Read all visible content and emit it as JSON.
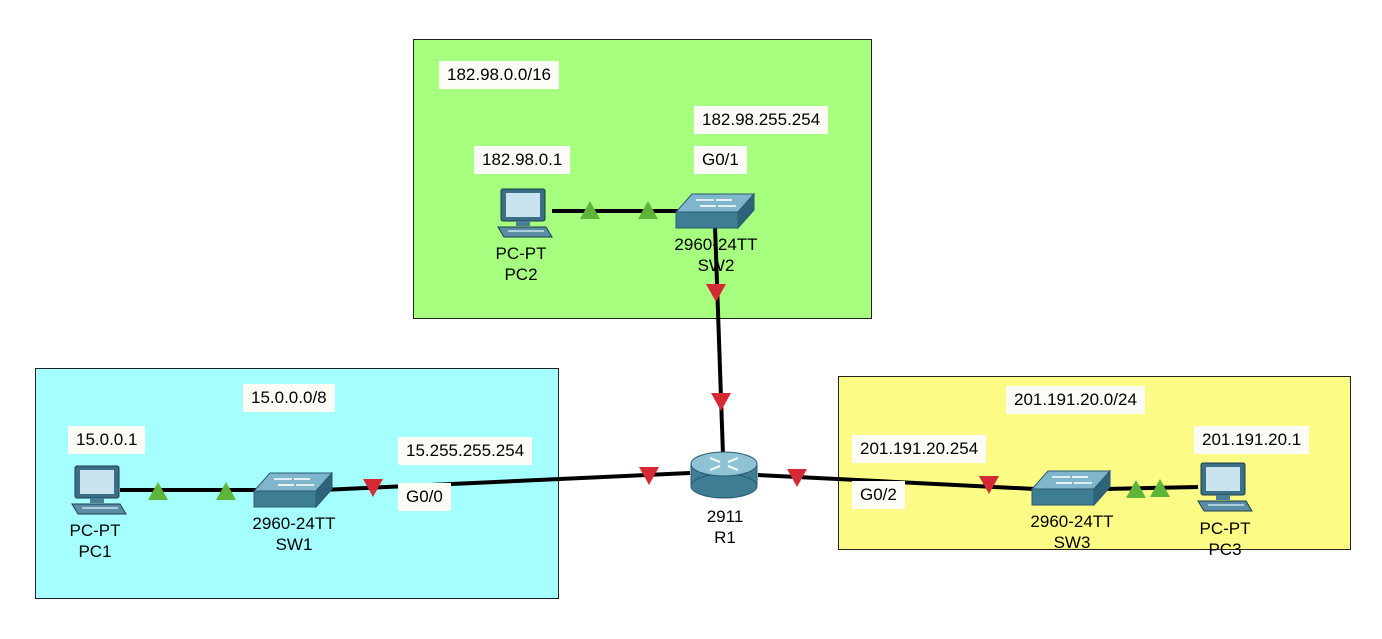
{
  "colors": {
    "zone_green": "#a6ff7f",
    "zone_cyan": "#a6ffff",
    "zone_yellow": "#fbfb85",
    "link_up": "#5fb43a",
    "link_down": "#d42a35"
  },
  "zones": [
    {
      "name": "network-top",
      "network": "182.98.0.0/16"
    },
    {
      "name": "network-left",
      "network": "15.0.0.0/8"
    },
    {
      "name": "network-right",
      "network": "201.191.20.0/24"
    }
  ],
  "devices": {
    "pc1": {
      "type": "PC-PT",
      "name": "PC1",
      "ip": "15.0.0.1",
      "icon": "pc-icon"
    },
    "pc2": {
      "type": "PC-PT",
      "name": "PC2",
      "ip": "182.98.0.1",
      "icon": "pc-icon"
    },
    "pc3": {
      "type": "PC-PT",
      "name": "PC3",
      "ip": "201.191.20.1",
      "icon": "pc-icon"
    },
    "sw1": {
      "type": "2960-24TT",
      "name": "SW1",
      "icon": "switch-icon"
    },
    "sw2": {
      "type": "2960-24TT",
      "name": "SW2",
      "icon": "switch-icon"
    },
    "sw3": {
      "type": "2960-24TT",
      "name": "SW3",
      "icon": "switch-icon"
    },
    "r1": {
      "type": "2911",
      "name": "R1",
      "icon": "router-icon"
    }
  },
  "interfaces": {
    "g0_0": {
      "port": "G0/0",
      "ip": "15.255.255.254"
    },
    "g0_1": {
      "port": "G0/1",
      "ip": "182.98.255.254"
    },
    "g0_2": {
      "port": "G0/2",
      "ip": "201.191.20.254"
    }
  }
}
